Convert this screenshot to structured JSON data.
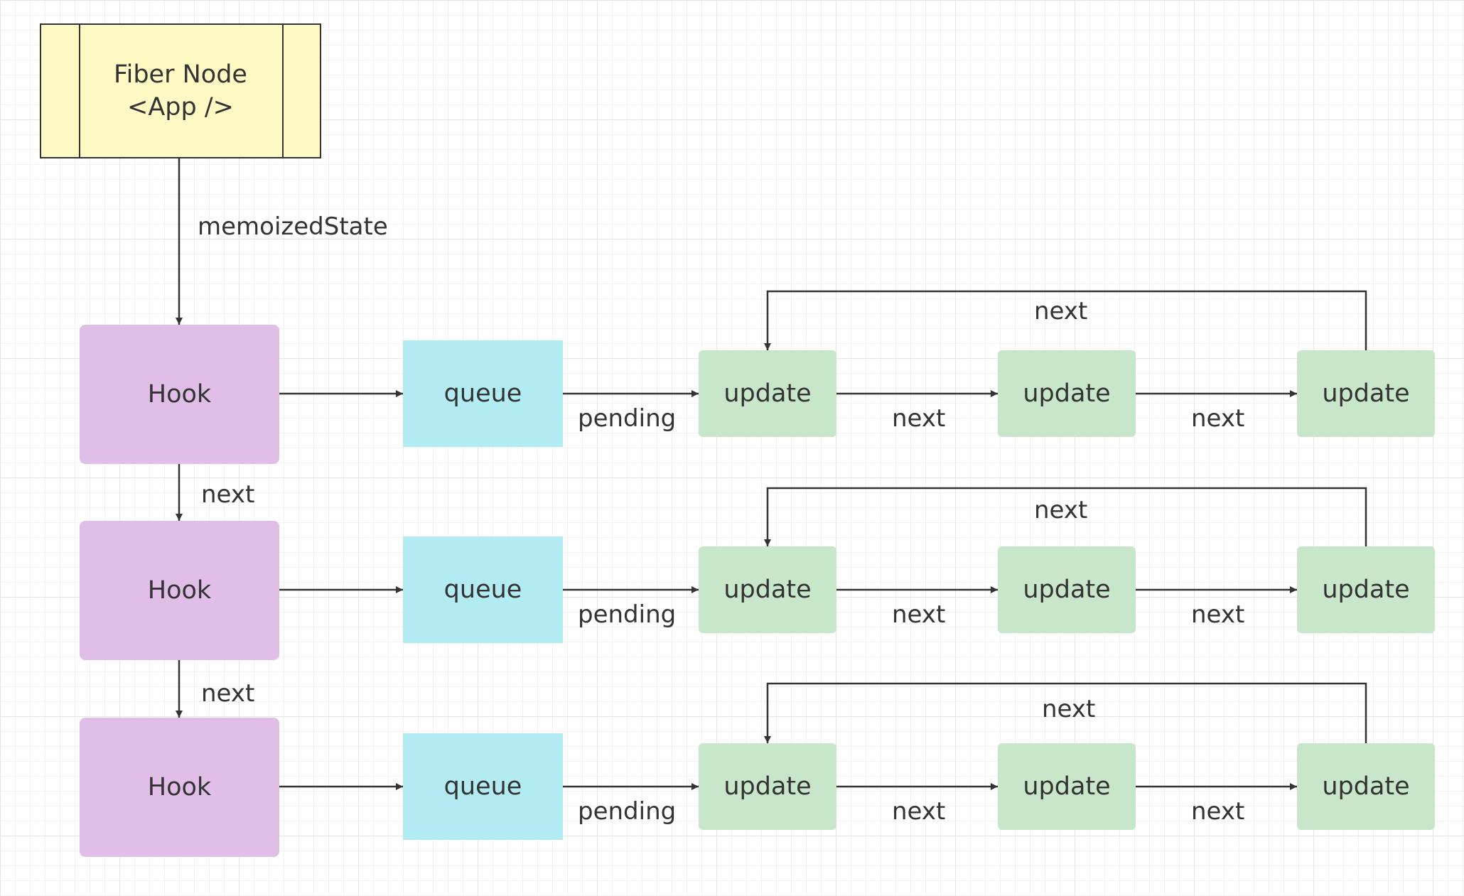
{
  "fiber": {
    "line1": "Fiber Node",
    "line2": "<App />"
  },
  "edge_memoized": "memoizedState",
  "rows": [
    {
      "hook": "Hook",
      "queue": "queue",
      "pending": "pending",
      "updates": [
        "update",
        "update",
        "update"
      ],
      "next_links": [
        "next",
        "next"
      ],
      "loop_next": "next",
      "hook_next": "next"
    },
    {
      "hook": "Hook",
      "queue": "queue",
      "pending": "pending",
      "updates": [
        "update",
        "update",
        "update"
      ],
      "next_links": [
        "next",
        "next"
      ],
      "loop_next": "next",
      "hook_next": "next"
    },
    {
      "hook": "Hook",
      "queue": "queue",
      "pending": "pending",
      "updates": [
        "update",
        "update",
        "update"
      ],
      "next_links": [
        "next",
        "next"
      ],
      "loop_next": "next"
    }
  ]
}
